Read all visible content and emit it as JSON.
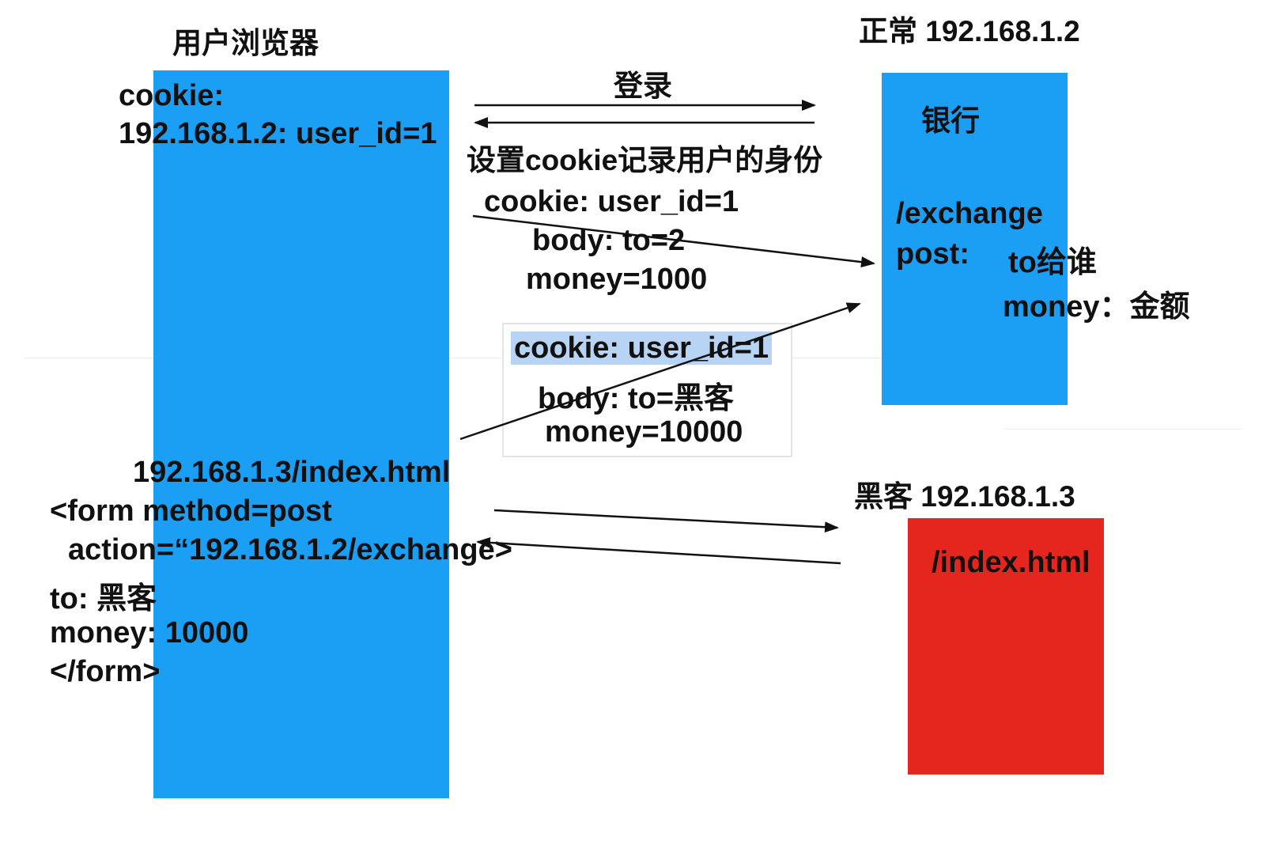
{
  "colors": {
    "browser_box": "#1a9ff5",
    "bank_box": "#1a9ff5",
    "hacker_box": "#e5261e",
    "arrow": "#111111",
    "highlight": "#b8d4f5"
  },
  "browser": {
    "title": "用户浏览器",
    "cookie_label": "cookie:",
    "cookie_value": "192.168.1.2:  user_id=1"
  },
  "normal_server": {
    "title": "正常 192.168.1.2",
    "box_label": "银行",
    "endpoint": "/exchange",
    "post_label": "post:",
    "param_to": "to给谁",
    "param_money": "money：金额"
  },
  "hacker_server": {
    "title": "黑客 192.168.1.3",
    "endpoint": "/index.html"
  },
  "login_flow": {
    "login_label": "登录",
    "set_cookie_label": "设置cookie记录用户的身份"
  },
  "legit_request": {
    "cookie": "cookie: user_id=1",
    "body": "body:  to=2",
    "money": "money=1000"
  },
  "forged_request": {
    "cookie": "cookie: user_id=1",
    "body": "body:  to=黑客",
    "money": "money=10000"
  },
  "hacker_page": {
    "url": "192.168.1.3/index.html",
    "form_open": "<form method=post",
    "form_action": "action=“192.168.1.2/exchange>",
    "form_to": "to:  黑客",
    "form_money": "money: 10000",
    "form_close": "</form>"
  }
}
